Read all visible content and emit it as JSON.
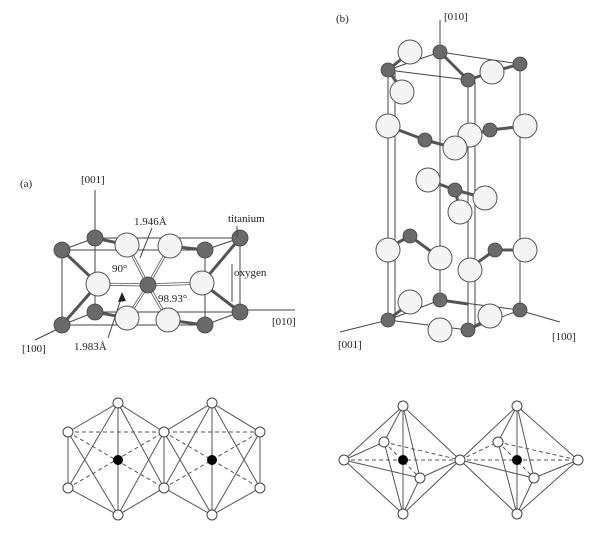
{
  "panel_a": {
    "label": "(a)",
    "axis_001": "[001]",
    "axis_100": "[100]",
    "axis_010": "[010]",
    "bond_short": "1.946Å",
    "bond_long": "1.983Å",
    "angle_90": "90°",
    "angle_98": "98.93°",
    "legend_titanium": "titanium",
    "legend_oxygen": "oxygen"
  },
  "panel_b": {
    "label": "(b)",
    "axis_010": "[010]",
    "axis_001": "[001]",
    "axis_100": "[100]"
  },
  "colors": {
    "titanium": "#6a6a6a",
    "oxygen": "#f4f4f4",
    "center_cation": "#000000"
  }
}
